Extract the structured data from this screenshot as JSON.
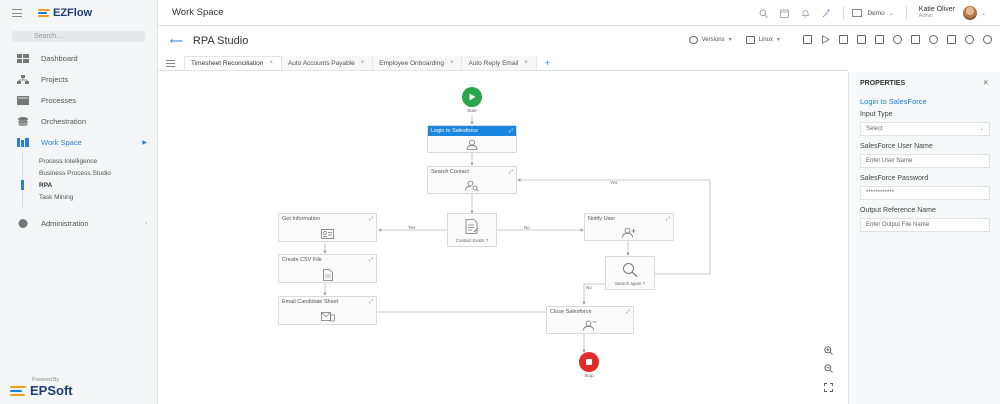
{
  "app": {
    "logo_text": "EZFlow",
    "powered_by": "Powered By",
    "powered_brand": "EPSoft"
  },
  "sidebar": {
    "search_placeholder": "Search...",
    "items": [
      {
        "label": "Dashboard",
        "icon": "dashboard-icon"
      },
      {
        "label": "Projects",
        "icon": "projects-icon"
      },
      {
        "label": "Processes",
        "icon": "processes-icon"
      },
      {
        "label": "Orchestration",
        "icon": "orchestration-icon"
      },
      {
        "label": "Work Space",
        "icon": "workspace-icon",
        "active": true
      },
      {
        "label": "Administration",
        "icon": "administration-icon"
      }
    ],
    "sub_items": [
      {
        "label": "Process Intelligence"
      },
      {
        "label": "Business Process Studio"
      },
      {
        "label": "RPA",
        "active": true
      },
      {
        "label": "Task Mining"
      }
    ]
  },
  "header": {
    "title": "Work Space",
    "workspace_selector": "Demo",
    "user_name": "Katie Oliver",
    "user_role": "Admin"
  },
  "studio": {
    "title": "RPA Studio",
    "versions_label": "Versions",
    "env_label": "Linux"
  },
  "tabs": [
    {
      "label": "Timesheet Reconciliation",
      "active": true
    },
    {
      "label": "Auto Accounts Payable"
    },
    {
      "label": "Employee Onboarding"
    },
    {
      "label": "Auto Reply Email"
    }
  ],
  "flow": {
    "start_label": "Start",
    "stop_label": "Stop",
    "nodes": {
      "login": "Login to Salesforce",
      "search_contact": "Search Contact",
      "get_info": "Get Information",
      "create_csv": "Create CSV File",
      "email_sheet": "Email Candidate Sheet",
      "notify_user": "Notify User",
      "close_sf": "Close Salesforce"
    },
    "decisions": {
      "contact_exists": "Contact Exists ?",
      "search_again": "Search again ?"
    },
    "edge_labels": {
      "yes1": "Yes",
      "no1": "No",
      "yes2": "Yes",
      "no2": "No"
    }
  },
  "properties": {
    "header": "PROPERTIES",
    "title": "Login to SalesForce",
    "fields": [
      {
        "label": "Input Type",
        "value": "Select",
        "dropdown": true
      },
      {
        "label": "SalesForce User Name",
        "value": "Enter User Name"
      },
      {
        "label": "SalesForce Password",
        "value": "************"
      },
      {
        "label": "Output Reference Name",
        "value": "Enter Output File Name"
      }
    ]
  },
  "colors": {
    "accent": "#1a86dd",
    "start": "#2aa54a",
    "stop": "#e12b2b",
    "brand": "#1d3e73"
  }
}
